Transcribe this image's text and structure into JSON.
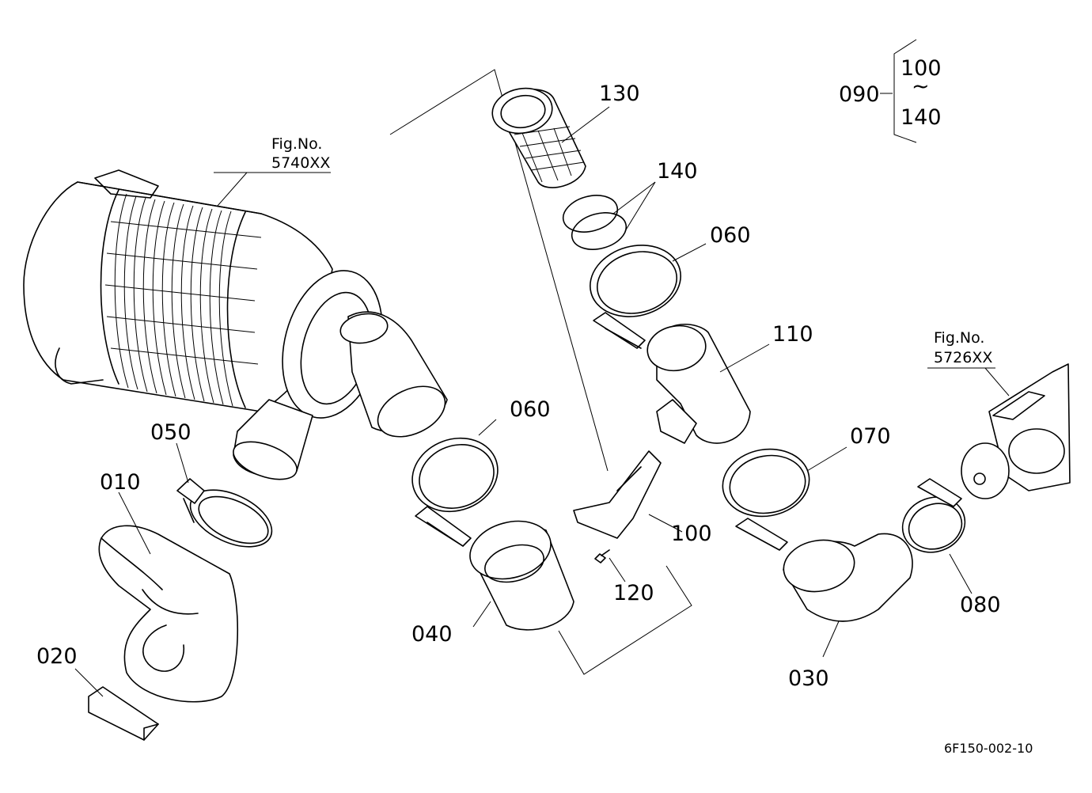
{
  "figure_refs": {
    "upper_left": {
      "line1": "Fig.No.",
      "line2": "5740XX"
    },
    "right": {
      "line1": "Fig.No.",
      "line2": "5726XX"
    }
  },
  "assembly_group": {
    "parent": "090",
    "range_start": "100",
    "range_sep": "~",
    "range_end": "140"
  },
  "parts": {
    "p010": "010",
    "p020": "020",
    "p030": "030",
    "p040": "040",
    "p050": "050",
    "p060a": "060",
    "p060b": "060",
    "p070": "070",
    "p080": "080",
    "p100": "100",
    "p110": "110",
    "p120": "120",
    "p130": "130",
    "p140": "140"
  },
  "drawing_code": "6F150-002-10"
}
